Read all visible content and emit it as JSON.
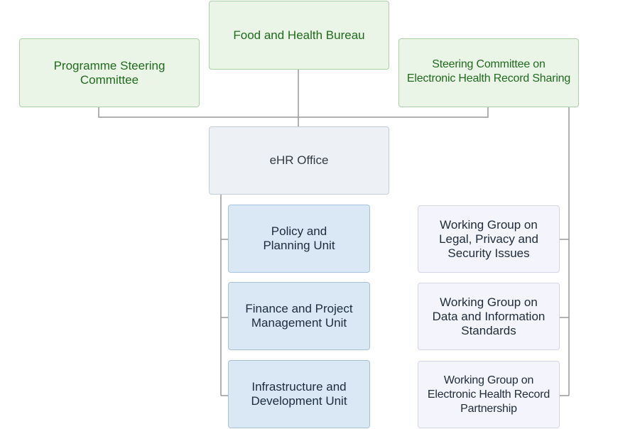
{
  "nodes": {
    "food_health_bureau": "Food and Health Bureau",
    "programme_steering": "Programme Steering\nCommittee",
    "steering_ehr": "Steering Committee on\nElectronic Health Record Sharing",
    "ehr_office": "eHR Office",
    "policy_planning": "Policy and\nPlanning Unit",
    "finance_project": "Finance and Project\nManagement Unit",
    "infrastructure_dev": "Infrastructure and\nDevelopment Unit",
    "wg_legal": "Working Group on\nLegal, Privacy and\nSecurity Issues",
    "wg_data": "Working Group on\nData and Information\nStandards",
    "wg_partnership": "Working Group on\nElectronic Health Record\nPartnership"
  },
  "colors": {
    "green_fill": "#eaf5e8",
    "green_text": "#1f6b1c",
    "blue_fill": "#d9e8f4",
    "lavender_fill": "#f4f4fc",
    "grey_fill": "#edf1f5",
    "connector": "#999999"
  }
}
